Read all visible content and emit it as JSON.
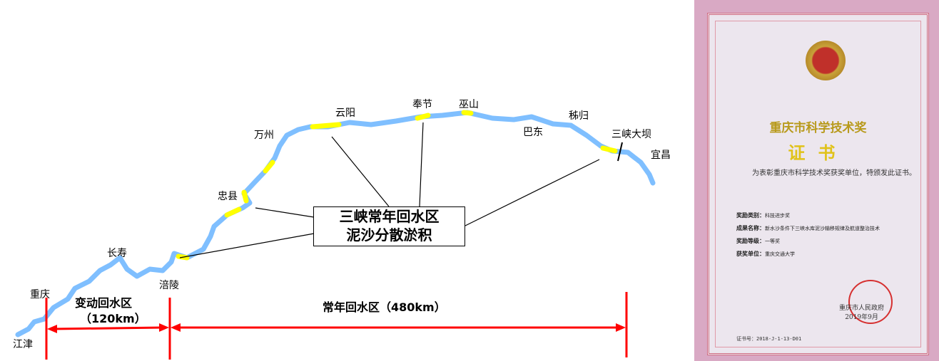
{
  "map": {
    "places": [
      "重庆",
      "江津",
      "长寿",
      "涪陵",
      "忠县",
      "万州",
      "云阳",
      "奉节",
      "巫山",
      "巴东",
      "秭归",
      "三峡大坝",
      "宜昌"
    ],
    "callout": {
      "line1": "三峡常年回水区",
      "line2": "泥沙分散淤积"
    },
    "segments": {
      "variable": "变动回水区",
      "variable_len": "（120km）",
      "perennial": "常年回水区（480km）"
    },
    "colors": {
      "river": "#7fbfff",
      "deposit": "#ffff00",
      "arrow": "#ff0000"
    }
  },
  "certificate": {
    "title": "重庆市科学技术奖",
    "subtitle": "证书",
    "intro": "为表彰重庆市科学技术奖获奖单位，特颁发此证书。",
    "rows": [
      {
        "label": "奖励类别：",
        "value": "科技进步奖"
      },
      {
        "label": "成果名称：",
        "value": "新水沙条件下三峡水库泥沙输移规律及航道整治技术"
      },
      {
        "label": "奖励等级：",
        "value": "一等奖"
      },
      {
        "label": "获奖单位：",
        "value": "重庆交通大学"
      }
    ],
    "issuer": "重庆市人民政府",
    "date": "2019年9月",
    "cert_no": "证书号：2018-J-1-13-D01"
  }
}
